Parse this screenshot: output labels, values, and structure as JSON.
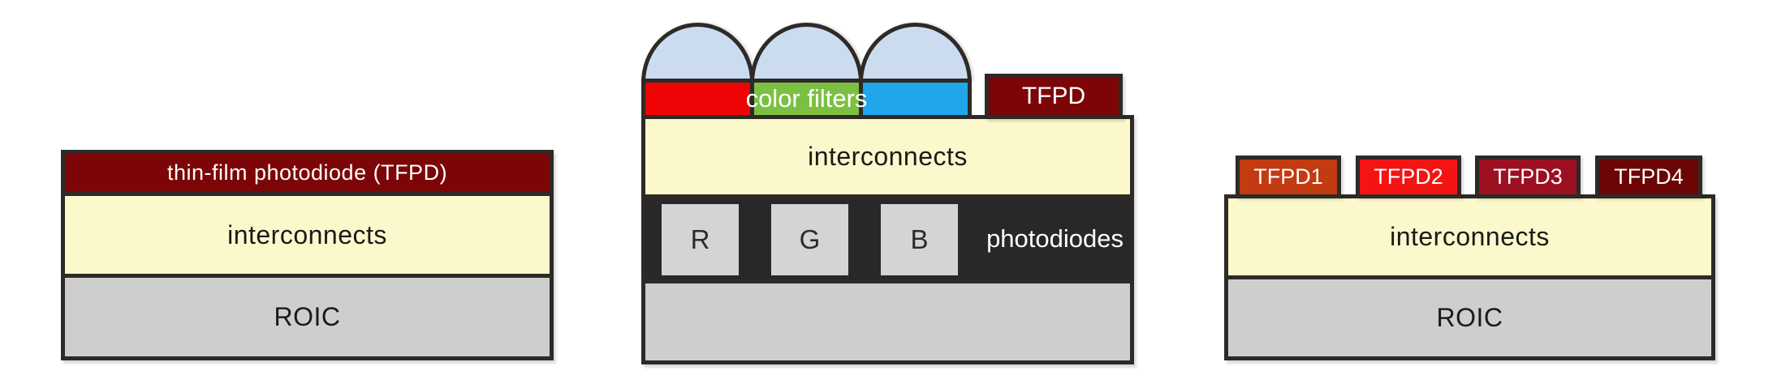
{
  "colors": {
    "border": "#2d2a27",
    "tfpd_maroon": "#7c0607",
    "interconnect_yellow": "#fbf8cb",
    "roic_gray": "#cecece",
    "photodiode_dark": "#282828",
    "photodiode_cell_gray": "#d4d4d4",
    "microlens_blue": "#cbdcf0",
    "filter_red": "#ee0404",
    "filter_green": "#7cc043",
    "filter_blue": "#21a5eb",
    "tfpd1_color": "#c33b11",
    "tfpd2_color": "#f41414",
    "tfpd3_color": "#9d1022",
    "tfpd4_color": "#6c0506"
  },
  "left_diagram": {
    "tfpd_label": "thin-film photodiode (TFPD)",
    "interconnects_label": "interconnects",
    "roic_label": "ROIC"
  },
  "middle_diagram": {
    "color_filters_label": "color filters",
    "tfpd_label": "TFPD",
    "interconnects_label": "interconnects",
    "photodiodes_label": "photodiodes",
    "cells": [
      "R",
      "G",
      "B"
    ],
    "microlens_count": 3
  },
  "right_diagram": {
    "tfpd_labels": [
      "TFPD1",
      "TFPD2",
      "TFPD3",
      "TFPD4"
    ],
    "interconnects_label": "interconnects",
    "roic_label": "ROIC"
  }
}
